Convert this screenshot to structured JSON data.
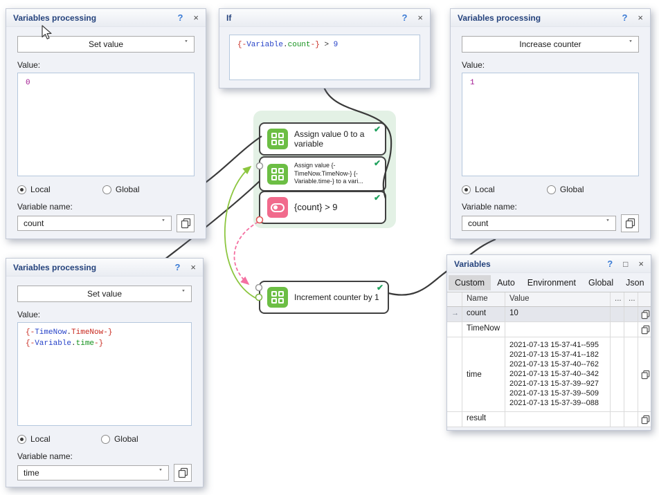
{
  "glyphs": {
    "help": "?",
    "close": "×",
    "maximize": "□",
    "caret": "▼",
    "check": "✔",
    "row_arrow": "→",
    "plus": "+"
  },
  "common": {
    "value_label": "Value:",
    "local": "Local",
    "global": "Global",
    "varname_label": "Variable name:"
  },
  "panel_set_count": {
    "title": "Variables processing",
    "action": "Set value",
    "value": "0",
    "varname": "count"
  },
  "panel_if": {
    "title": "If",
    "expr": [
      "{-",
      "Variable",
      ".",
      "count",
      "-}",
      " > ",
      "9"
    ]
  },
  "panel_increase": {
    "title": "Variables processing",
    "action": "Increase counter",
    "value": "1",
    "varname": "count"
  },
  "panel_set_time": {
    "title": "Variables processing",
    "action": "Set value",
    "line1": [
      "{-",
      "TimeNow",
      ".",
      "TimeNow",
      "-}"
    ],
    "line2": [
      "{-",
      "Variable",
      ".",
      "time",
      "-}"
    ],
    "varname": "time"
  },
  "panel_variables": {
    "title": "Variables",
    "tabs": [
      "Custom",
      "Auto",
      "Environment",
      "Global",
      "Json"
    ],
    "columns": {
      "name": "Name",
      "value": "Value",
      "dots": "..."
    },
    "rows": [
      {
        "name": "count",
        "value": "10"
      },
      {
        "name": "TimeNow",
        "value": ""
      },
      {
        "name": "time",
        "value": "2021-07-13   15-37-41--595\n2021-07-13   15-37-41--182\n2021-07-13   15-37-40--762\n2021-07-13   15-37-40--342\n2021-07-13   15-37-39--927\n2021-07-13   15-37-39--509\n2021-07-13   15-37-39--088"
      },
      {
        "name": "result",
        "value": ""
      }
    ]
  },
  "nodes": {
    "assign_zero": {
      "label": "Assign value 0 to a variable"
    },
    "assign_time": {
      "label": "Assign value {-TimeNow.TimeNow-} {-Variable.time-} to a vari..."
    },
    "condition": {
      "label": "{count} > 9"
    },
    "increment": {
      "label": "Increment counter by 1"
    }
  },
  "colors": {
    "node_green": "#6cbe44",
    "node_pink": "#f16a8c",
    "check_green": "#1fa15d",
    "edge_black": "#3a3a3a",
    "edge_green": "#8cc63f",
    "edge_pink": "#f470a1",
    "macro_red": "#c8281e",
    "macro_blue": "#2743c8",
    "macro_green": "#13911c",
    "literal_magenta": "#a11790",
    "title_navy": "#24427c"
  }
}
